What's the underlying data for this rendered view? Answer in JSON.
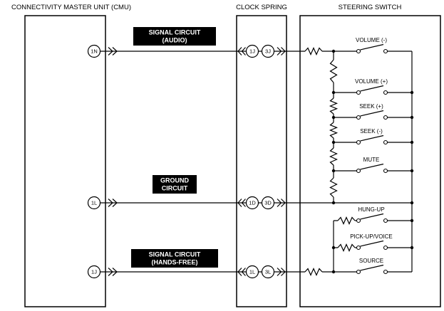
{
  "headers": {
    "cmu": "CONNECTIVITY MASTER UNIT (CMU)",
    "clock_spring": "CLOCK SPRING",
    "steering_switch": "STEERING SWITCH"
  },
  "circuit_labels": {
    "audio": {
      "line1": "SIGNAL CIRCUIT",
      "line2": "(AUDIO)"
    },
    "ground": {
      "line1": "GROUND",
      "line2": "CIRCUIT"
    },
    "handsfree": {
      "line1": "SIGNAL CIRCUIT",
      "line2": "(HANDS-FREE)"
    }
  },
  "pins": {
    "cmu": {
      "audio": "1N",
      "ground": "1L",
      "handsfree": "1J"
    },
    "clock_spring": {
      "audio_in": "1J",
      "audio_out": "3J",
      "ground_in": "1D",
      "ground_out": "3D",
      "handsfree_in": "1L",
      "handsfree_out": "3L"
    }
  },
  "switches": {
    "volume_minus": "VOLUME (-)",
    "volume_plus": "VOLUME (+)",
    "seek_plus": "SEEK (+)",
    "seek_minus": "SEEK (-)",
    "mute": "MUTE",
    "hung_up": "HUNG-UP",
    "pick_up_voice": "PICK-UP/VOICE",
    "source": "SOURCE"
  },
  "colors": {
    "wire": "#000000",
    "label_bg": "#000000",
    "label_fg": "#ffffff",
    "background": "#ffffff"
  }
}
